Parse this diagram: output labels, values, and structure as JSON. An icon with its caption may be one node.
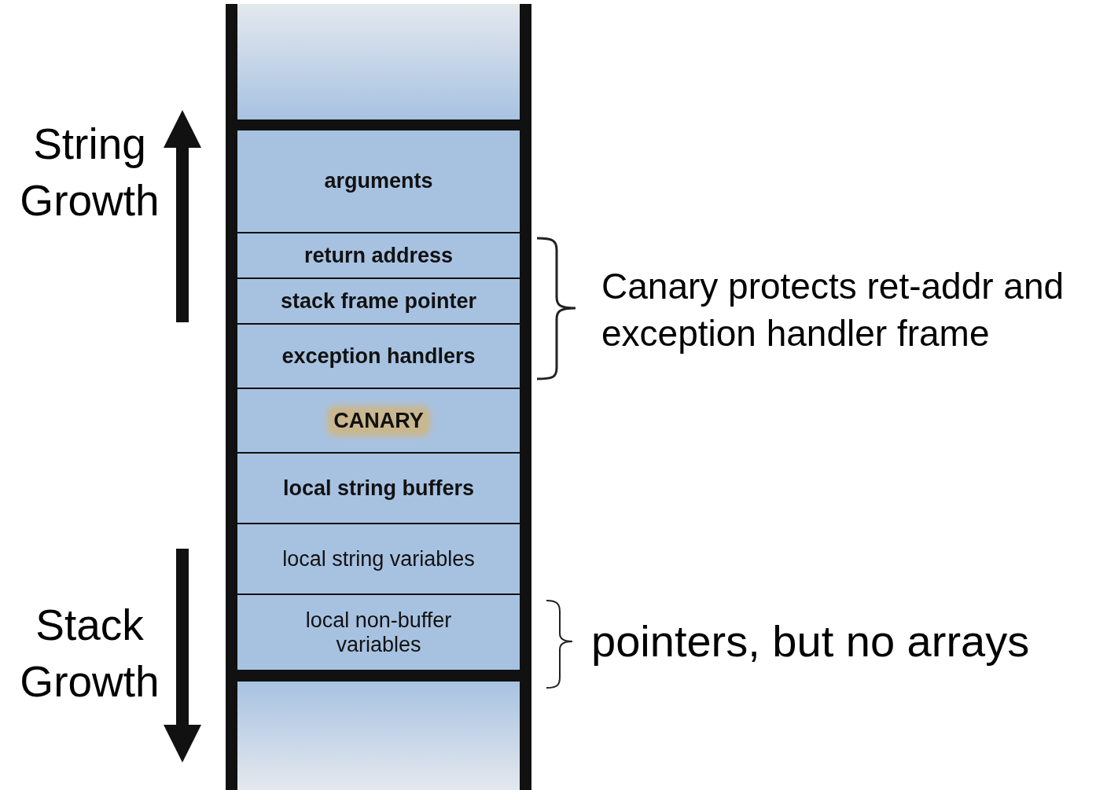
{
  "diagram": {
    "nodes": [
      {
        "text": [
          "arguments"
        ]
      },
      {
        "text": [
          "return address"
        ]
      },
      {
        "text": [
          "stack frame pointer"
        ]
      },
      {
        "text": [
          "exception handlers"
        ]
      },
      {
        "text": [
          "CANARY"
        ]
      },
      {
        "text": [
          "local string buffers"
        ]
      },
      {
        "text": [
          "local string variables"
        ]
      },
      {
        "text": [
          "local non-buffer variables"
        ]
      }
    ],
    "edges": [],
    "labels": [
      "String Growth",
      "Stack Growth",
      "Canary protects ret-addr and exception handler frame",
      "pointers, but no arrays"
    ]
  }
}
